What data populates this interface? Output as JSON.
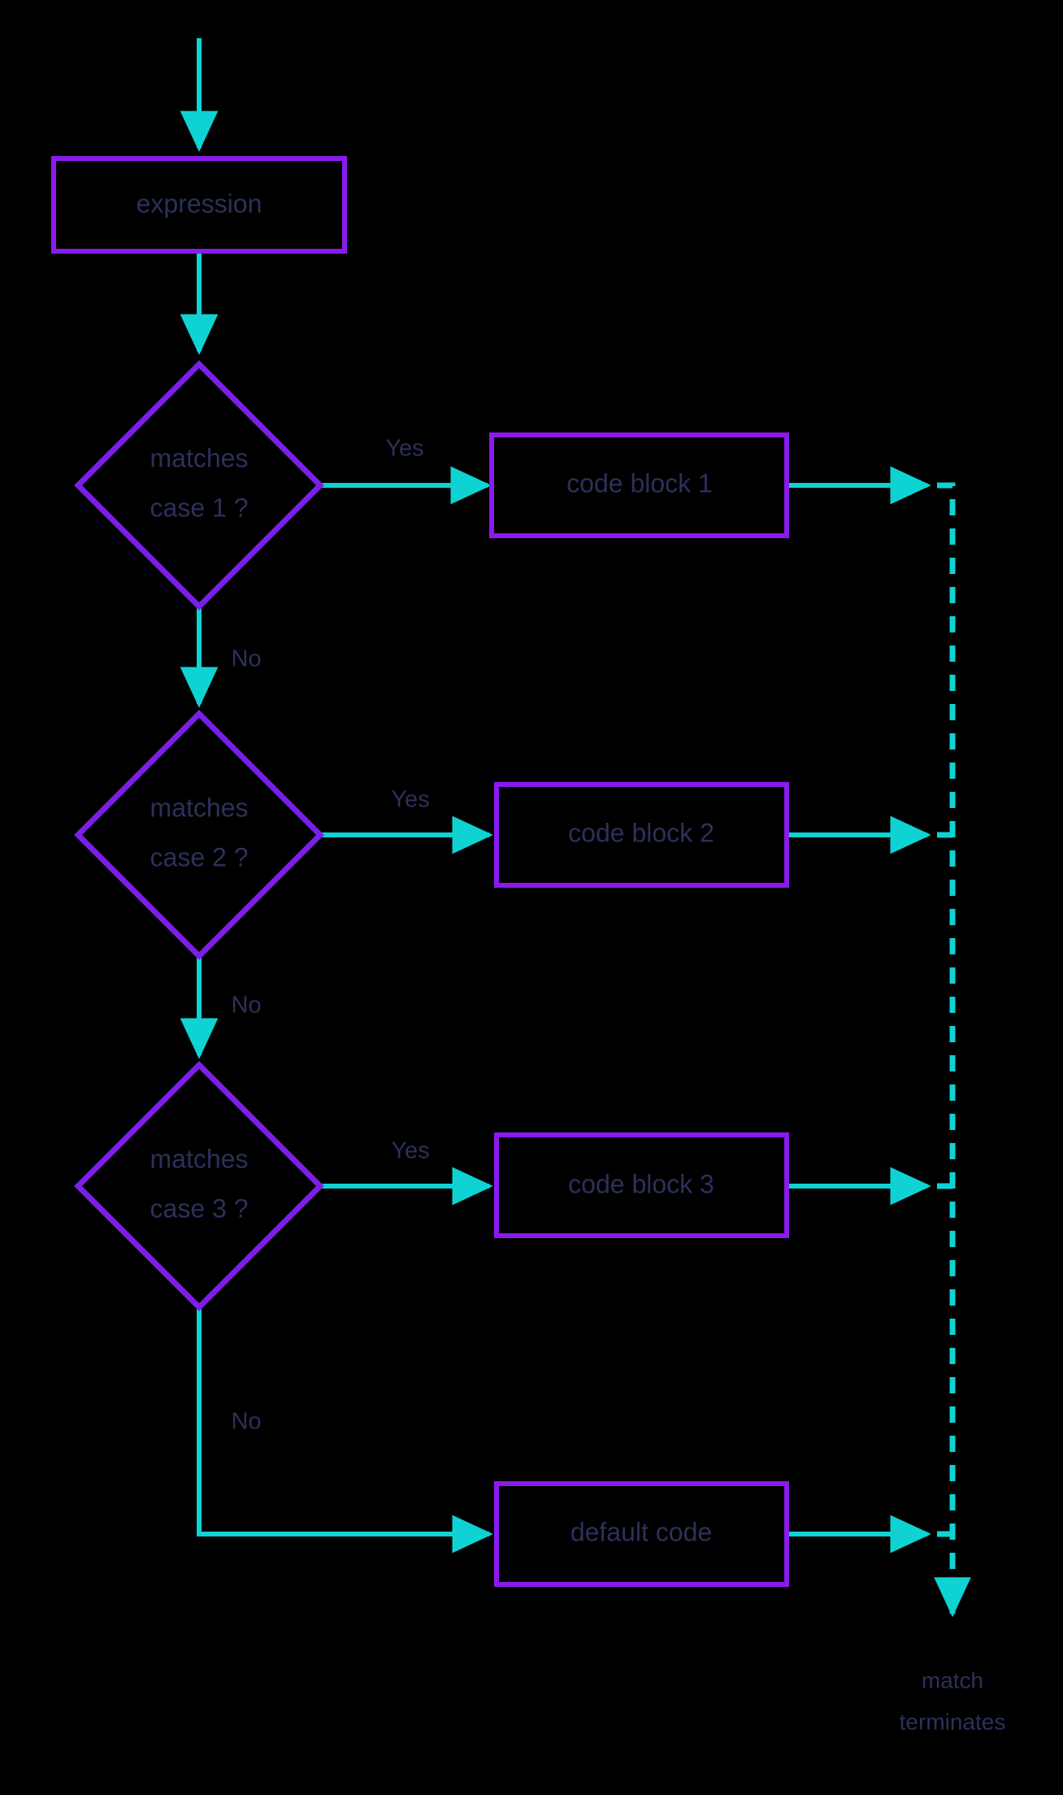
{
  "diagram": {
    "title": "switch statement flowchart",
    "background_color": "#000000",
    "colors": {
      "box_border": "#8b1aee",
      "diamond_border": "#7a1fe8",
      "connector": "#0fd3d3",
      "text": "#2b3159"
    },
    "nodes": {
      "expression": {
        "label": "expression",
        "type": "process"
      },
      "decision_1": {
        "label_line_1": "matches",
        "label_line_2": "case 1 ?",
        "type": "decision"
      },
      "decision_2": {
        "label_line_1": "matches",
        "label_line_2": "case 2 ?",
        "type": "decision"
      },
      "decision_3": {
        "label_line_1": "matches",
        "label_line_2": "case 3 ?",
        "type": "decision"
      },
      "code_block_1": {
        "label": "code block 1",
        "type": "process"
      },
      "code_block_2": {
        "label": "code block 2",
        "type": "process"
      },
      "code_block_3": {
        "label": "code block 3",
        "type": "process"
      },
      "default_code": {
        "label": "default code",
        "type": "process"
      },
      "terminator": {
        "label_line_1": "match",
        "label_line_2": "terminates",
        "type": "terminator"
      }
    },
    "edge_labels": {
      "yes_1": "Yes",
      "yes_2": "Yes",
      "yes_3": "Yes",
      "no_1": "No",
      "no_2": "No",
      "no_3": "No"
    }
  }
}
